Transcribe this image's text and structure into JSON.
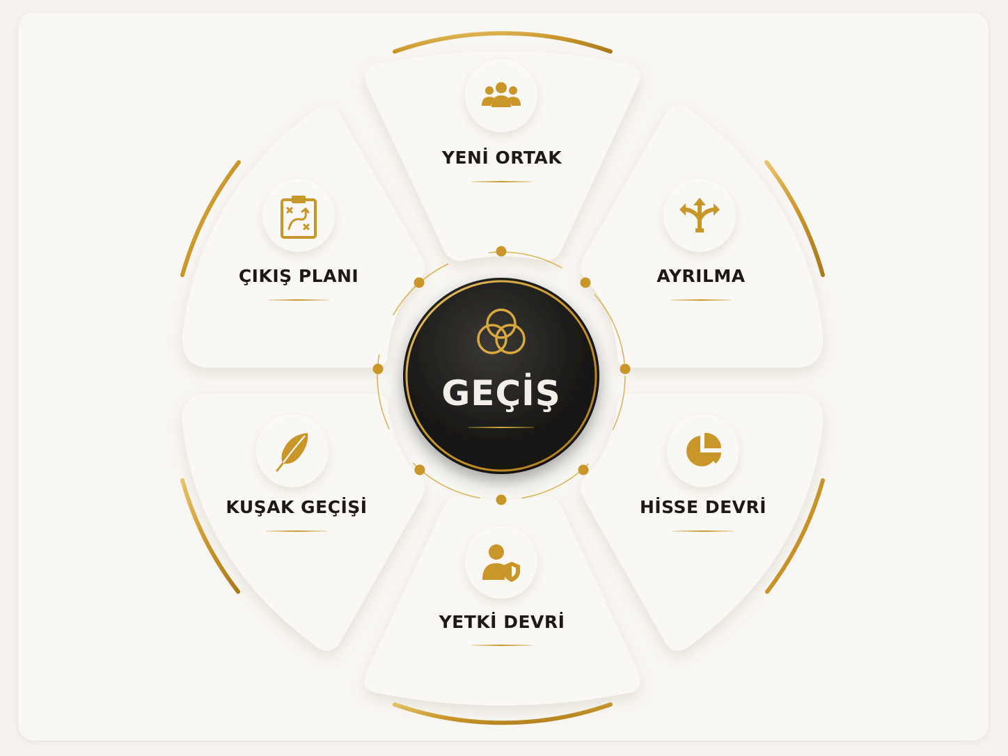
{
  "center": {
    "title": "GEÇİŞ",
    "icon": "three-rings-icon"
  },
  "colors": {
    "gold": "#c9962a",
    "dark": "#151412",
    "panel": "#faf8f4",
    "text": "#1d1a16"
  },
  "segments": [
    {
      "label": "YENİ ORTAK",
      "icon": "people-group-icon"
    },
    {
      "label": "AYRILMA",
      "icon": "split-arrows-icon"
    },
    {
      "label": "HİSSE DEVRİ",
      "icon": "pie-chart-icon"
    },
    {
      "label": "YETKİ DEVRİ",
      "icon": "user-shield-icon"
    },
    {
      "label": "KUŞAK GEÇİŞİ",
      "icon": "feather-icon"
    },
    {
      "label": "ÇIKIŞ PLANI",
      "icon": "strategy-clipboard-icon"
    }
  ]
}
